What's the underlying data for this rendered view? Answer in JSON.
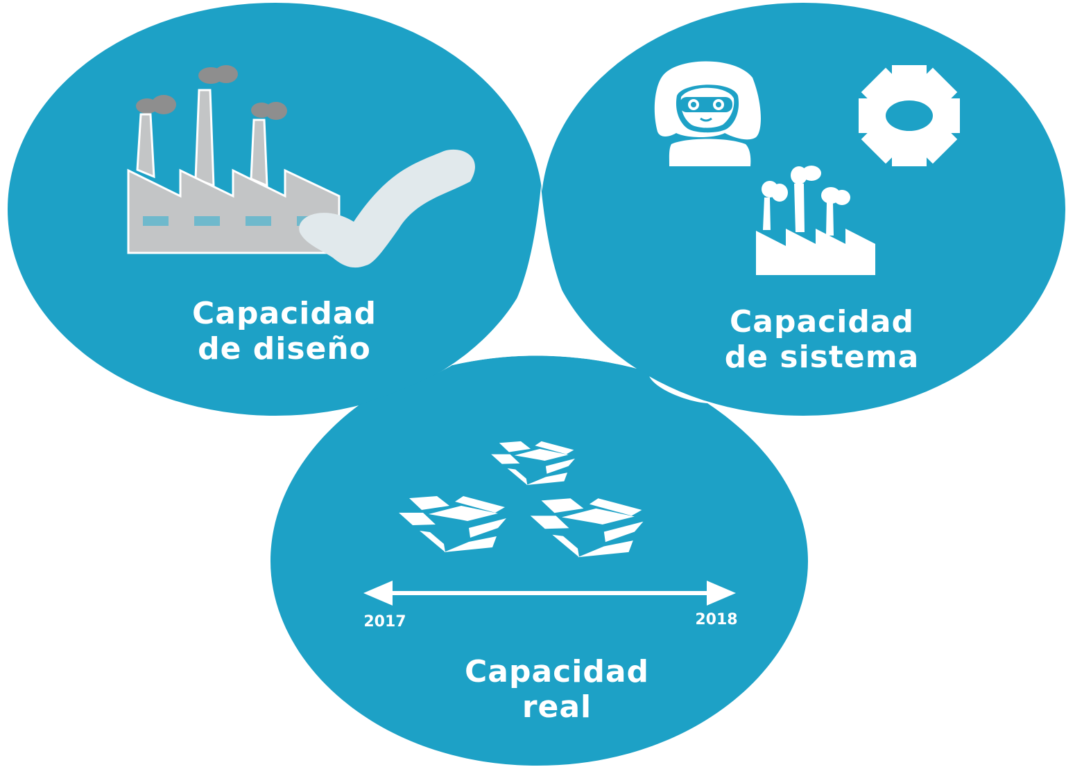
{
  "colors": {
    "circle_fill": "#1da1c6",
    "icon_white": "#ffffff",
    "factory_gray": "#c3c5c6",
    "smoke_gray": "#8e8e8e",
    "window_blue": "#6fb9cc",
    "check_light": "#e1e9ec"
  },
  "circles": {
    "design": {
      "label_line1": "Capacidad",
      "label_line2": "de diseño",
      "icons": [
        "factory-icon",
        "checkmark-icon"
      ]
    },
    "system": {
      "label_line1": "Capacidad",
      "label_line2": "de sistema",
      "icons": [
        "worker-icon",
        "gear-icon",
        "factory-icon"
      ]
    },
    "real": {
      "label_line1": "Capacidad",
      "label_line2": "real",
      "icons": [
        "open-box-icon",
        "open-box-icon",
        "open-box-icon",
        "double-arrow-icon"
      ],
      "timeline_start": "2017",
      "timeline_end": "2018"
    }
  }
}
